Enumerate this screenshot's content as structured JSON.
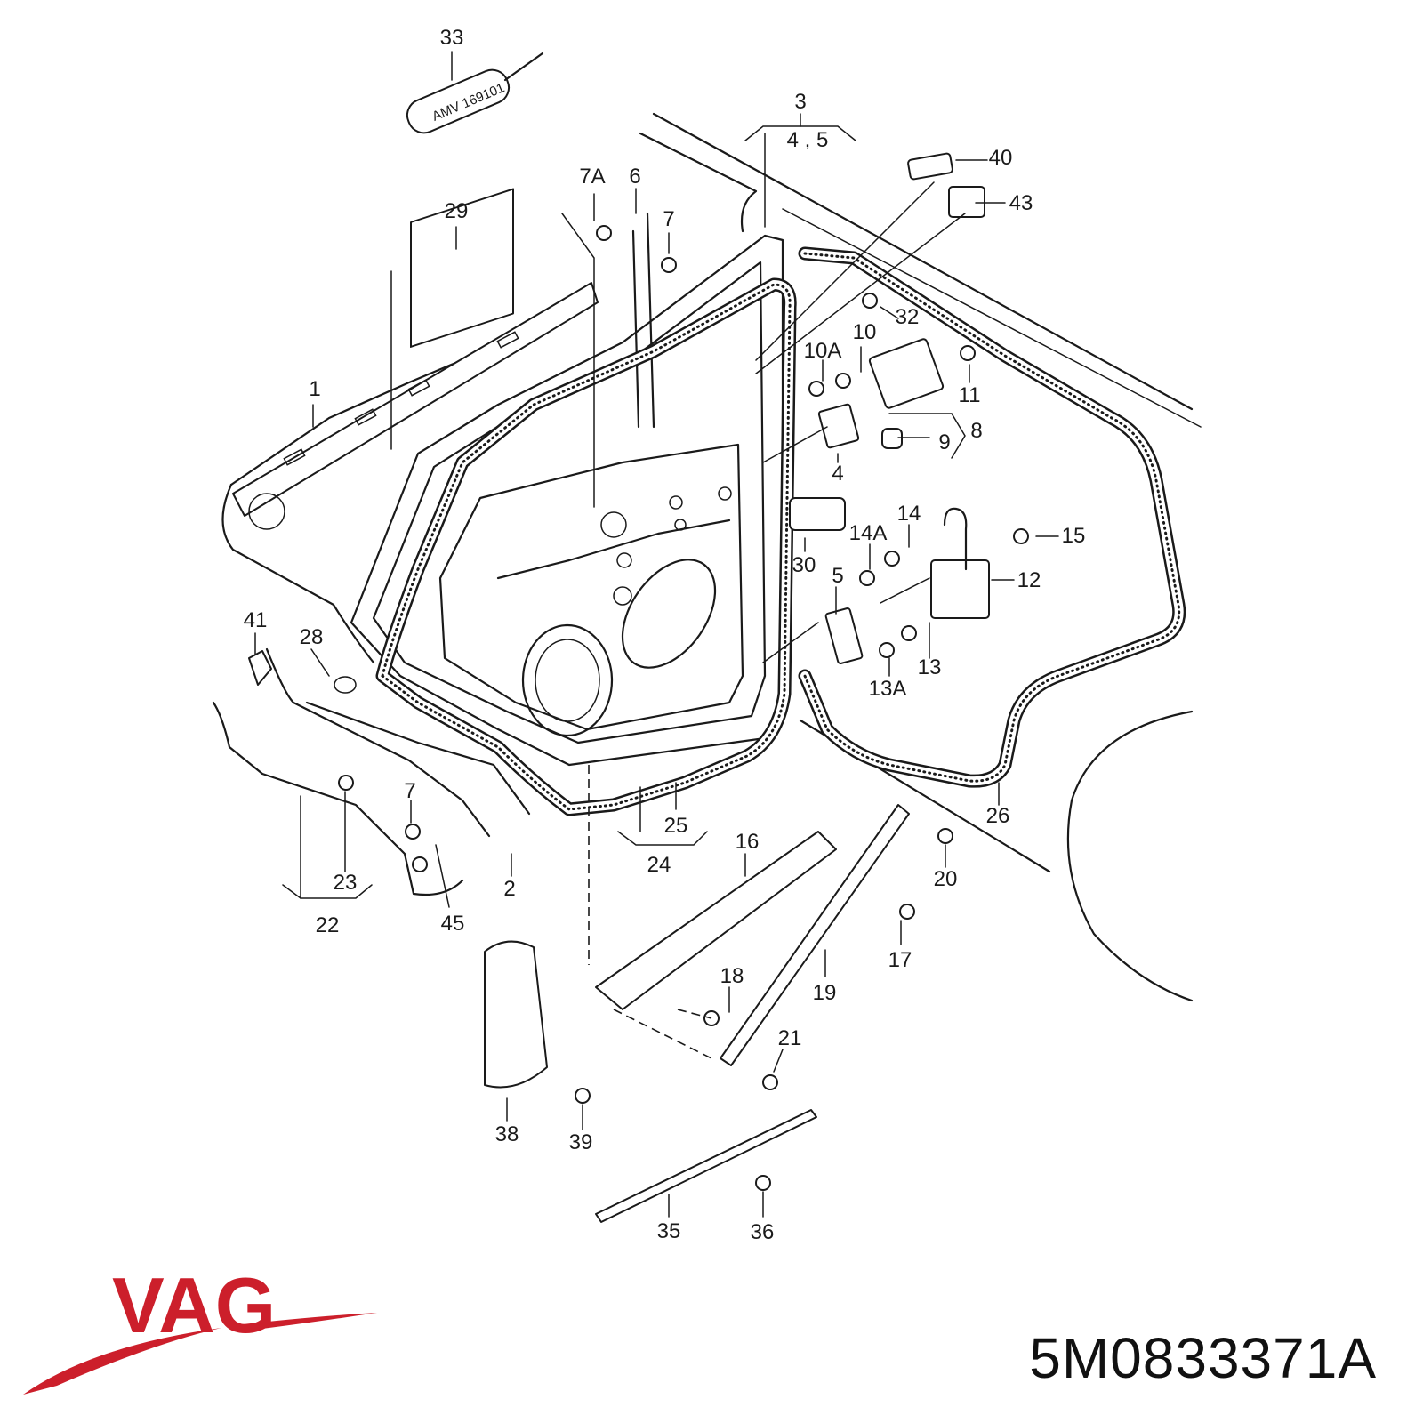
{
  "callouts": [
    "33",
    "3",
    "4 , 5",
    "40",
    "43",
    "7A",
    "6",
    "7",
    "29",
    "32",
    "10A",
    "10",
    "11",
    "8",
    "9",
    "4",
    "1",
    "30",
    "14",
    "14A",
    "15",
    "12",
    "5",
    "13",
    "13A",
    "41",
    "28",
    "7",
    "23",
    "22",
    "45",
    "2",
    "25",
    "24",
    "16",
    "20",
    "26",
    "17",
    "19",
    "18",
    "21",
    "38",
    "39",
    "35",
    "36"
  ],
  "tube_text": "AMV 169101",
  "brand": {
    "logo_text": "VAG",
    "logo_color": "#cc1f2b"
  },
  "part_number": "5M0833371A"
}
